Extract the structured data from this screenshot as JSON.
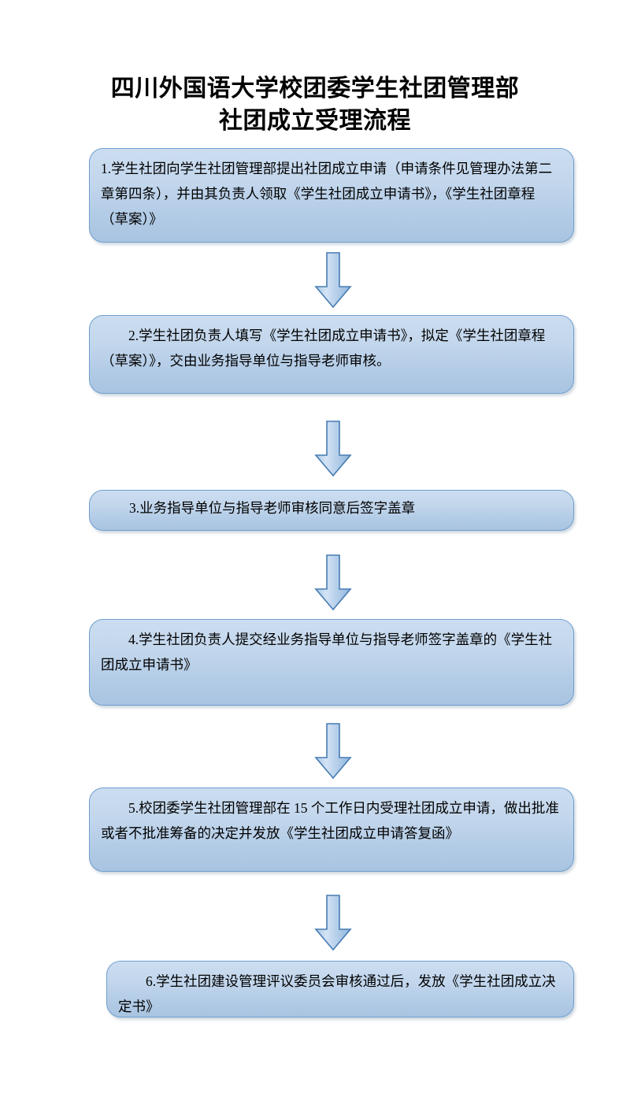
{
  "document": {
    "title_lines": [
      "四川外国语大学校团委学生社团管理部",
      "社团成立受理流程"
    ]
  },
  "colors": {
    "box_fill_top": "#ccddf0",
    "box_fill_bottom": "#a9c4e1",
    "box_border": "#6f9fce",
    "arrow_fill_top": "#d0e0f2",
    "arrow_fill_bottom": "#9ec1e3",
    "arrow_border": "#4a7fb5",
    "text": "#000000",
    "background": "#ffffff"
  },
  "flow": {
    "steps": [
      {
        "id": "step-1",
        "number": "1",
        "text": "1.学生社团向学生社团管理部提出社团成立申请（申请条件见管理办法第二章第四条），并由其负责人领取《学生社团成立申请书》，《学生社团章程（草案）》"
      },
      {
        "id": "step-2",
        "number": "2",
        "text": "　　2.学生社团负责人填写《学生社团成立申请书》，拟定《学生社团章程（草案）》，交由业务指导单位与指导老师审核。"
      },
      {
        "id": "step-3",
        "number": "3",
        "text": "3.业务指导单位与指导老师审核同意后签字盖章"
      },
      {
        "id": "step-4",
        "number": "4",
        "text": "　　4.学生社团负责人提交经业务指导单位与指导老师签字盖章的《学生社团成立申请书》"
      },
      {
        "id": "step-5",
        "number": "5",
        "text": "　　5.校团委学生社团管理部在 15 个工作日内受理社团成立申请，做出批准或者不批准筹备的决定并发放《学生社团成立申请答复函》"
      },
      {
        "id": "step-6",
        "number": "6",
        "text": "　　6.学生社团建设管理评议委员会审核通过后，发放《学生社团成立决定书》"
      }
    ],
    "connectors": [
      {
        "id": "connector-1",
        "icon": "arrow-down-icon",
        "from": "step-1",
        "to": "step-2"
      },
      {
        "id": "connector-2",
        "icon": "arrow-down-icon",
        "from": "step-2",
        "to": "step-3"
      },
      {
        "id": "connector-3",
        "icon": "arrow-down-icon",
        "from": "step-3",
        "to": "step-4"
      },
      {
        "id": "connector-4",
        "icon": "arrow-down-icon",
        "from": "step-4",
        "to": "step-5"
      },
      {
        "id": "connector-5",
        "icon": "arrow-down-icon",
        "from": "step-5",
        "to": "step-6"
      }
    ]
  }
}
